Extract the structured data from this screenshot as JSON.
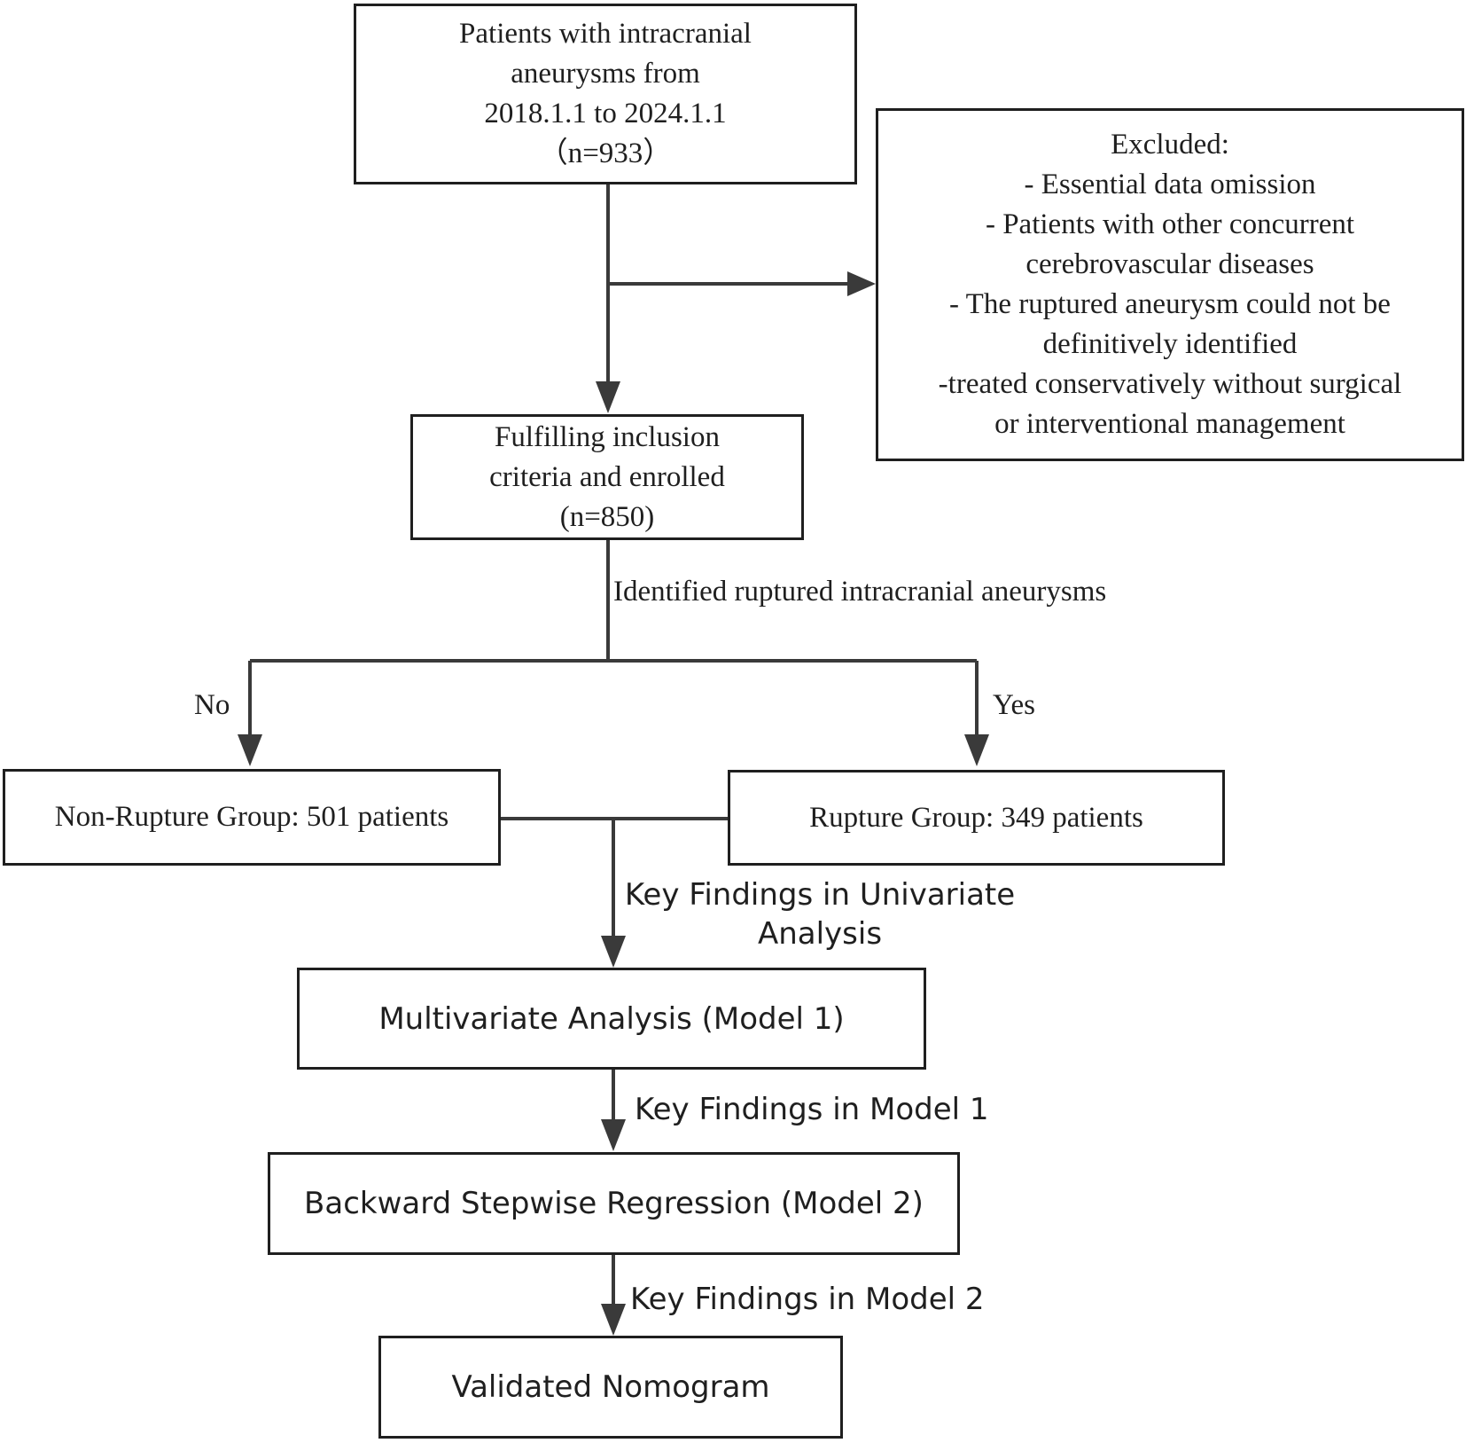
{
  "nodes": {
    "start": {
      "lines": [
        "Patients with intracranial",
        "aneurysms from",
        "2018.1.1 to 2024.1.1",
        "（n=933）"
      ]
    },
    "excluded": {
      "lines": [
        "Excluded:",
        "- Essential data omission",
        "- Patients with other concurrent",
        "cerebrovascular diseases",
        "- The ruptured aneurysm could not be",
        "definitively identified",
        "-treated conservatively without surgical",
        "or interventional management"
      ]
    },
    "enrolled": {
      "lines": [
        "Fulfilling inclusion",
        "criteria and enrolled",
        "(n=850)"
      ]
    },
    "non_rupture": {
      "text": "Non-Rupture Group: 501 patients"
    },
    "rupture": {
      "text": "Rupture Group: 349 patients"
    },
    "model1": {
      "text": "Multivariate Analysis (Model 1)"
    },
    "model2": {
      "text": "Backward Stepwise Regression (Model 2)"
    },
    "nomogram": {
      "text": "Validated Nomogram"
    }
  },
  "edge_labels": {
    "identified": "Identified ruptured intracranial aneurysms",
    "no": "No",
    "yes": "Yes",
    "univariate": [
      "Key Findings in Univariate",
      "Analysis"
    ],
    "model1_findings": "Key Findings in Model 1",
    "model2_findings": "Key Findings in Model 2"
  }
}
